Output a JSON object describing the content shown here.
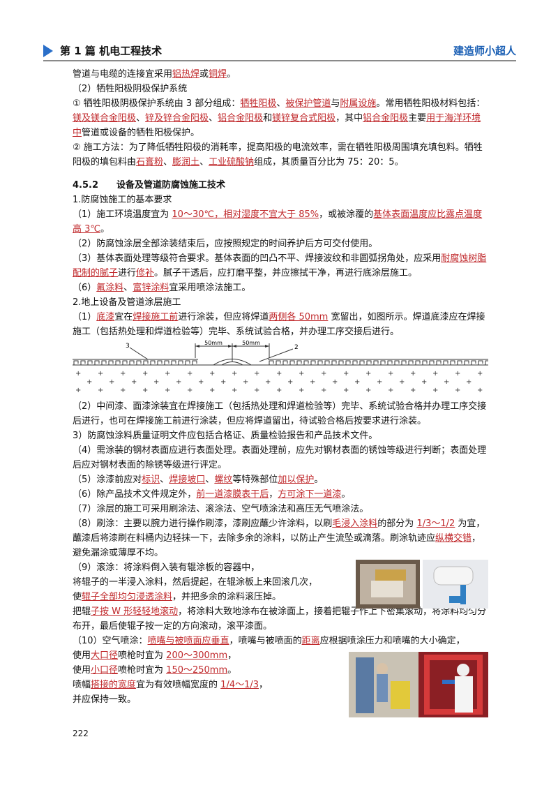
{
  "header": {
    "left": "第 1 篇  机电工程技术",
    "right": "建造师小超人"
  },
  "page_number": "222",
  "colors": {
    "accent": "#2a6fc9",
    "highlight": "#c0282b",
    "header_right": "#1a5fb4"
  },
  "p1": {
    "a": "管道与电缆的连接宜采用",
    "h1": "铝热焊",
    "b": "或",
    "h2": "铜焊",
    "c": "。"
  },
  "p2": "（2）牺牲阳极阴极保护系统",
  "p3": {
    "a": "① 牺牲阳极阴极保护系统由 3 部分组成：",
    "h1": "牺牲阳极",
    "b": "、",
    "h2": "被保护管道",
    "c": "与",
    "h3": "附属设施",
    "d": "。常用牺牲阳极材料包括：",
    "h4": "镁及镁合金阳极",
    "e": "、",
    "h5": "锌及锌合金阳极",
    "f": "、",
    "h6": "铝合金阳极",
    "g": "和",
    "h7": "镁锌复合式阳极",
    "h": "，其中",
    "h8": "铝合金阳极",
    "i": "主要",
    "h9": "用于海洋环境中",
    "j": "管道或设备的牺牲阳极保护。"
  },
  "p4": {
    "a": "② 施工方法：为了降低牺牲阳极的消耗率，提高阳极的电流效率，需在牺牲阳极周围填充填包料。牺牲阳极的填包料由",
    "h1": "石膏粉",
    "b": "、",
    "h2": "膨润土",
    "c": "、",
    "h3": "工业硫酸钠",
    "d": "组成，其质量百分比为 75：20：5。"
  },
  "sec_title": "4.5.2　　设备及管道防腐蚀施工技术",
  "s1": "1.防腐蚀施工的基本要求",
  "s1p1": {
    "a": "（1）施工环境温度宜为 ",
    "h1": "10～30℃，相对湿度不宜大于 85%",
    "b": "，或被涂覆的",
    "h2": "基体表面温度应比露点温度高 3℃",
    "c": "。"
  },
  "s1p2": "（2）防腐蚀涂层全部涂装结束后，应按照规定的时间养护后方可交付使用。",
  "s1p3": {
    "a": "（3）基体表面处理等级符合要求。基体表面的凹凸不平、焊接波纹和非圆弧拐角处，应采用",
    "h1": "耐腐蚀树脂配制的腻子",
    "b": "进行",
    "h2": "修补",
    "c": "。腻子干透后，应打磨平整，并应擦拭干净，再进行底涂层施工。"
  },
  "s1p4": {
    "a": "（6）",
    "h1": "氟涂料",
    "b": "、",
    "h2": "富锌涂料",
    "c": "宜采用喷涂法施工。"
  },
  "s2": "2.地上设备及管道涂层施工",
  "s2p1": {
    "a": "（1）",
    "h1": "底漆",
    "b": "宜在",
    "h2": "焊接施工前",
    "c": "进行涂装，但应将焊道",
    "h3": "两侧各 50mm",
    "d": " 宽留出，如图所示。焊道底漆应在焊接施工（包括热处理和焊道检验等）完毕、系统试验合格，并办理工序交接后进行。"
  },
  "figure": {
    "label_3": "3",
    "label_2": "2",
    "dim_left": "50mm",
    "dim_right": "50mm"
  },
  "s2p2": "（2）中间漆、面漆涂装宜在焊接施工（包括热处理和焊道检验等）完毕、系统试验合格并办理工序交接后进行，也可在焊接施工前进行涂装，但应将焊道留出，待试验合格后按要求进行涂装。",
  "s2p3": "3）防腐蚀涂料质量证明文件应包括合格证、质量检验报告和产品技术文件。",
  "s2p4": "（4）需涂装的钢材表面应进行表面处理。表面处理前，应先对钢材表面的锈蚀等级进行判断；表面处理后应对钢材表面的除锈等级进行评定。",
  "s2p5": {
    "a": "（5）涂漆前应对",
    "h1": "标识",
    "b": "、",
    "h2": "焊接坡口",
    "c": "、",
    "h3": "螺纹",
    "d": "等特殊部位",
    "h4": "加以保护",
    "e": "。"
  },
  "s2p6": {
    "a": "（6）除产品技术文件规定外，",
    "h1": "前一道漆膜表干后",
    "b": "，",
    "h2": "方可涂下一道漆",
    "c": "。"
  },
  "s2p7": "（7）涂层的施工可采用刷涂法、滚涂法、空气喷涂法和高压无气喷涂法。",
  "s2p8": {
    "a": "（8）刷涂：主要以腕力进行操作刷漆，漆刷应蘸少许涂料，以刷",
    "h1": "毛浸入涂料",
    "b": "的部分为 ",
    "h2": "1/3～1/2",
    "c": " 为宜，蘸漆后将漆刷在料桶内边轻抹一下，去除多余的涂料，以防止产生流坠或滴落。刷涂轨迹应",
    "h3": "纵横交错",
    "d": "，避免漏涂或薄厚不均。"
  },
  "s2p9_l1": "（9）滚涂：将涂料倒入装有辊涂板的容器中，",
  "s2p9_l2": "将辊子的一半浸入涂料，然后提起，在辊涂板上来回滚几次，",
  "s2p9_l3": {
    "a": "使",
    "h1": "辊子全部均匀浸透涂料",
    "b": "，并把多余的涂料滚压掉。"
  },
  "s2p9_l4": {
    "a": "把辊",
    "h1": "子按 W 形轻轻地滚动",
    "b": "，将涂料大致地涂布在被涂面上，接着把辊子作上下密集滚动，将涂料均匀分布开，最后使辊子按一定的方向滚动，滚平漆面。"
  },
  "s2p10_l1": {
    "a": "（10）空气喷涂：",
    "h1": "喷嘴与被喷面应垂直",
    "b": "，喷嘴与被喷面的",
    "h2": "距离",
    "c": "应根据喷涂压力和喷嘴的大小确定，"
  },
  "s2p10_l2": {
    "a": "使用",
    "h1": "大口径",
    "b": "喷枪时宜为 ",
    "h2": "200～300mm",
    "c": "，"
  },
  "s2p10_l3": {
    "a": "使用",
    "h1": "小口径",
    "b": "喷枪时宜为 ",
    "h2": "150～250mm",
    "c": "。"
  },
  "s2p10_l4": {
    "a": "喷幅",
    "h1": "搭接的宽度",
    "b": "宜为有效喷幅宽度的 ",
    "h2": "1/4～1/3",
    "c": "，"
  },
  "s2p10_l5": "并应保持一致。"
}
